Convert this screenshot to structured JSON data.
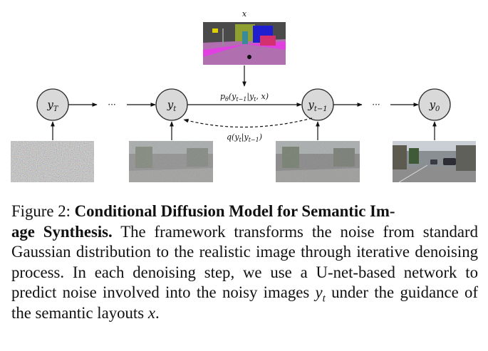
{
  "figure": {
    "semantic_label": "x",
    "nodes": [
      {
        "base": "y",
        "sub": "T"
      },
      {
        "base": "y",
        "sub": "t"
      },
      {
        "base": "y",
        "sub": "t−1"
      },
      {
        "base": "y",
        "sub": "0"
      }
    ],
    "ellipsis": "···",
    "p_label": "pθ(yt−1|yt, x)",
    "q_label": "q(yt|yt−1)"
  },
  "caption": {
    "prefix": "Figure 2: ",
    "title": "Conditional Diffusion Model for Semantic Im-age Synthesis.",
    "title_line1": "Conditional Diffusion Model for Semantic Im-",
    "title_line2": "age Synthesis.",
    "body_1": " The framework transforms the noise from standard Gaussian distribution to the realistic image through iterative denoising process. In each denoising step, we use a U-net-based network to predict noise involved into the noisy images ",
    "math_base": "y",
    "math_sub": "t",
    "body_2": " under the guidance of the semantic layouts ",
    "math_x": "x",
    "body_3": "."
  },
  "colors": {
    "node_fill": "#d9d9d9",
    "seg_sky": "#4a4a4a",
    "seg_road": "#b070b0",
    "seg_sidewalk": "#e040e0",
    "seg_car": "#1f1fd0",
    "seg_vegetation": "#8fa030",
    "seg_sign": "#e0d000"
  }
}
